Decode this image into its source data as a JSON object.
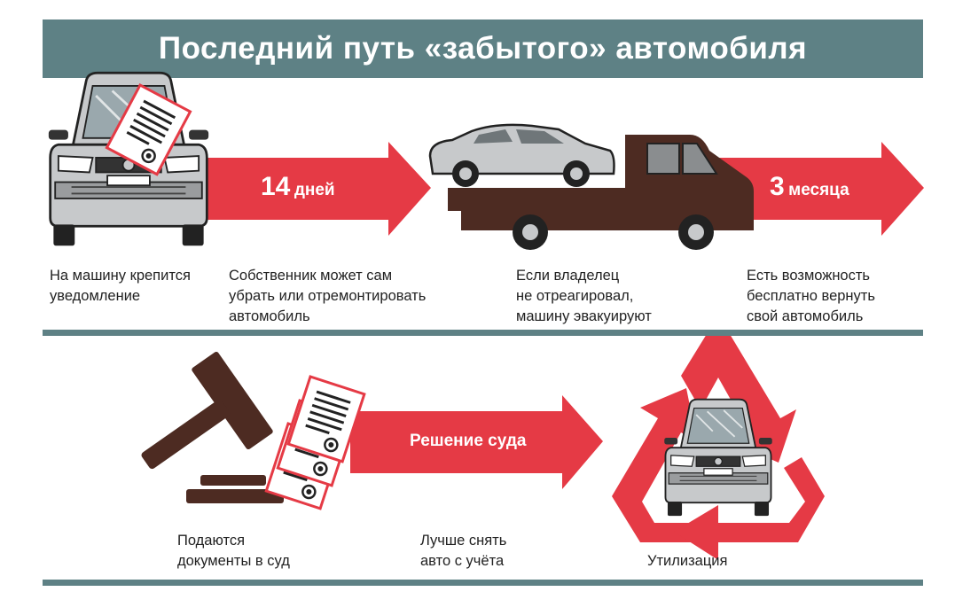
{
  "title": "Последний путь «забытого» автомобиля",
  "colors": {
    "accent_red": "#e53a45",
    "teal": "#5e8185",
    "brown": "#4d2b22",
    "car_gray": "#c7c9cb"
  },
  "arrows": [
    {
      "num": "14",
      "unit": "дней"
    },
    {
      "num": "3",
      "unit": "месяца"
    },
    {
      "text": "Решение суда"
    }
  ],
  "captions": {
    "step1": "На машину крепится\nуведомление",
    "step2": "Собственник может сам\nубрать или отремонтировать\nавтомобиль",
    "step3": "Если владелец\nне отреагировал,\nмашину эвакуируют",
    "step4": "Есть возможность\nбесплатно вернуть\nсвой автомобиль",
    "step5": "Подаются\nдокументы в суд",
    "step6": "Лучше снять\nавто с учёта",
    "step7": "Утилизация"
  },
  "icons": [
    "car-front-icon",
    "notice-document-icon",
    "tow-truck-icon",
    "gavel-icon",
    "documents-stack-icon",
    "recycle-icon"
  ]
}
